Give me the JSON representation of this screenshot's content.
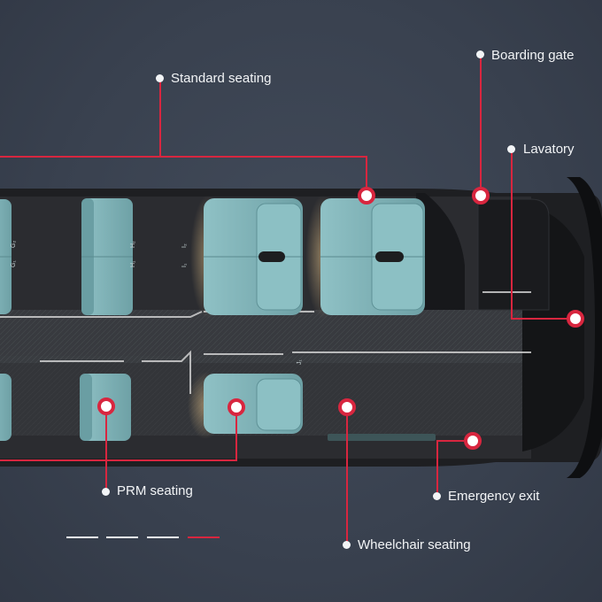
{
  "callouts": {
    "standard_seating": "Standard seating",
    "boarding_gate": "Boarding gate",
    "lavatory": "Lavatory",
    "prm_seating": "PRM seating",
    "emergency_exit": "Emergency exit",
    "wheelchair_seating": "Wheelchair seating"
  },
  "seat_markings": [
    "G₂",
    "G₁",
    "H₂",
    "H₁",
    "I₂",
    "I₁",
    "J₁"
  ],
  "colors": {
    "background": "#3a4352",
    "callout_line": "#d8263f",
    "seat": "#7fb3b8",
    "cabin": "#2a2c2f",
    "label": "#f2f4f6"
  }
}
